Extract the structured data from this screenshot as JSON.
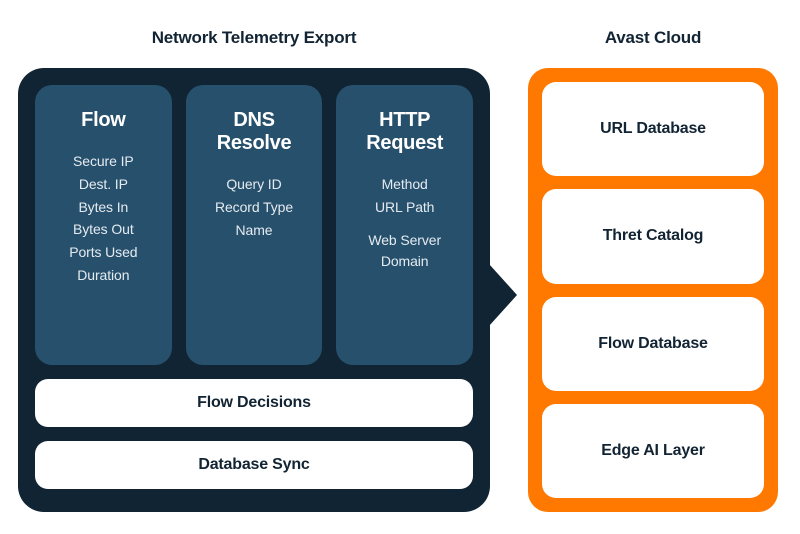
{
  "telemetry": {
    "title": "Network Telemetry Export",
    "panels": [
      {
        "title": "Flow",
        "items": [
          "Secure IP",
          "Dest. IP",
          "Bytes In",
          "Bytes Out",
          "Ports Used",
          "Duration"
        ]
      },
      {
        "title": "DNS Resolve",
        "title_line1": "DNS",
        "title_line2": "Resolve",
        "items": [
          "Query ID",
          "Record Type",
          "Name"
        ]
      },
      {
        "title": "HTTP Request",
        "title_line1": "HTTP",
        "title_line2": "Request",
        "items": [
          "Method",
          "URL Path",
          "Web Server Domain"
        ]
      }
    ],
    "bars": [
      {
        "label": "Flow Decisions"
      },
      {
        "label": "Database Sync"
      }
    ]
  },
  "cloud": {
    "title": "Avast Cloud",
    "cards": [
      {
        "label": "URL Database"
      },
      {
        "label": "Thret Catalog"
      },
      {
        "label": "Flow Database"
      },
      {
        "label": "Edge AI Layer"
      }
    ]
  },
  "colors": {
    "navy_dark": "#102434",
    "navy_panel": "#27506c",
    "orange": "#ff7900",
    "white": "#ffffff",
    "text_dark": "#122433",
    "text_light": "#e4ebf0"
  }
}
